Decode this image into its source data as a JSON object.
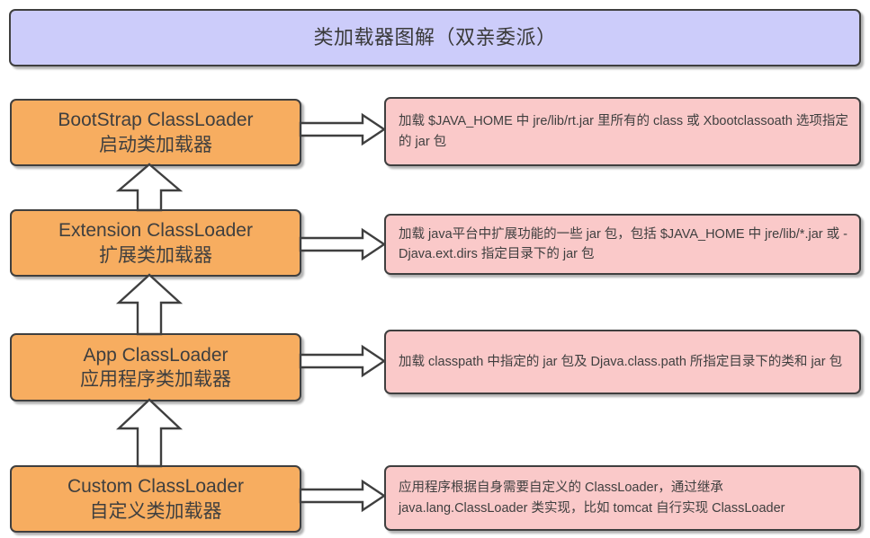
{
  "diagram": {
    "title": "类加载器图解（双亲委派）",
    "colors": {
      "title_fill": "#ccccfa",
      "loader_fill": "#f7ad60",
      "desc_fill": "#fac9c9",
      "stroke": "#3f3f3f",
      "text": "#3f3f3f",
      "background": "#ffffff"
    },
    "loaders": [
      {
        "name_en": "BootStrap ClassLoader",
        "name_zh": "启动类加载器",
        "description": "加载 $JAVA_HOME 中 jre/lib/rt.jar 里所有的 class 或 Xbootclassoath 选项指定的 jar 包"
      },
      {
        "name_en": "Extension ClassLoader",
        "name_zh": "扩展类加载器",
        "description": "加载 java平台中扩展功能的一些 jar 包，包括 $JAVA_HOME 中 jre/lib/*.jar 或 -Djava.ext.dirs 指定目录下的 jar 包"
      },
      {
        "name_en": "App ClassLoader",
        "name_zh": "应用程序类加载器",
        "description": "加载 classpath 中指定的 jar 包及 Djava.class.path 所指定目录下的类和 jar 包"
      },
      {
        "name_en": "Custom ClassLoader",
        "name_zh": "自定义类加载器",
        "description": "应用程序根据自身需要自定义的 ClassLoader，通过继承 java.lang.ClassLoader 类实现，比如 tomcat 自行实现 ClassLoader"
      }
    ],
    "delegation_arrows": [
      {
        "icon": "up-block-arrow",
        "from": "Extension ClassLoader",
        "to": "BootStrap ClassLoader"
      },
      {
        "icon": "up-block-arrow",
        "from": "App ClassLoader",
        "to": "Extension ClassLoader"
      },
      {
        "icon": "up-block-arrow",
        "from": "Custom ClassLoader",
        "to": "App ClassLoader"
      }
    ],
    "description_arrows": [
      {
        "icon": "right-block-arrow",
        "from": "BootStrap ClassLoader",
        "to": "description-1"
      },
      {
        "icon": "right-block-arrow",
        "from": "Extension ClassLoader",
        "to": "description-2"
      },
      {
        "icon": "right-block-arrow",
        "from": "App ClassLoader",
        "to": "description-3"
      },
      {
        "icon": "right-block-arrow",
        "from": "Custom ClassLoader",
        "to": "description-4"
      }
    ]
  }
}
